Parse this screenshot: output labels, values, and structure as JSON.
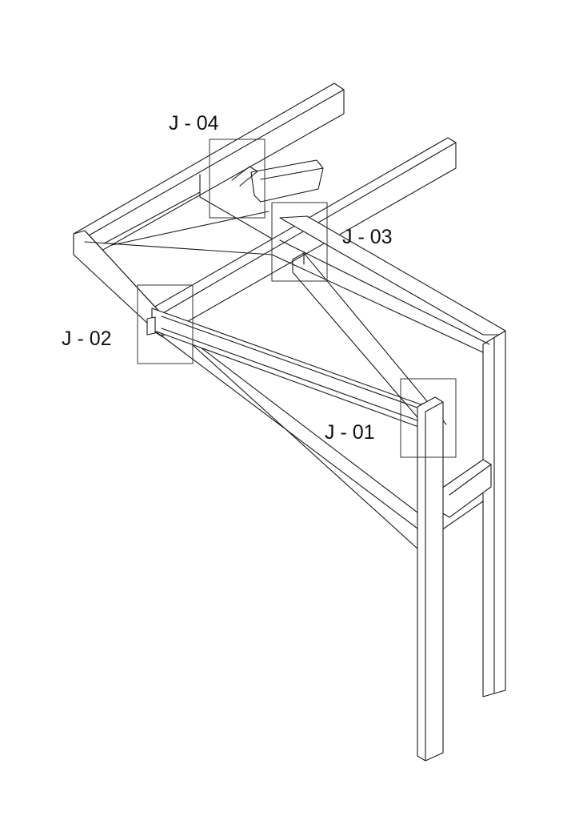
{
  "joints": [
    {
      "id": "j01",
      "label": "J - 01"
    },
    {
      "id": "j02",
      "label": "J - 02"
    },
    {
      "id": "j03",
      "label": "J - 03"
    },
    {
      "id": "j04",
      "label": "J - 04"
    }
  ]
}
